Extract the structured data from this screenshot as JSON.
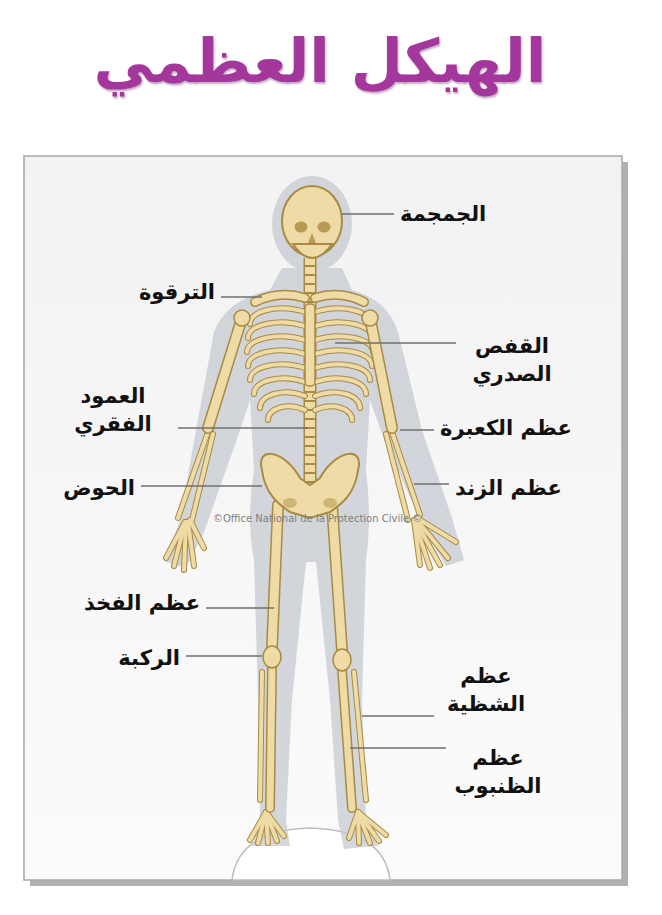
{
  "diagram": {
    "title": "الهيكل العظمي",
    "labels": [
      "الجمجمة",
      "الترقوة",
      "القفص الصدري",
      "العمود الفقري",
      "عظم الكعبرة",
      "الحوض",
      "عظم الزند",
      "عظم الفخذ",
      "الركبة",
      "عظم الشظية",
      "عظم الظنبوب",
      "©Office National de la Protection Civile ©"
    ]
  }
}
